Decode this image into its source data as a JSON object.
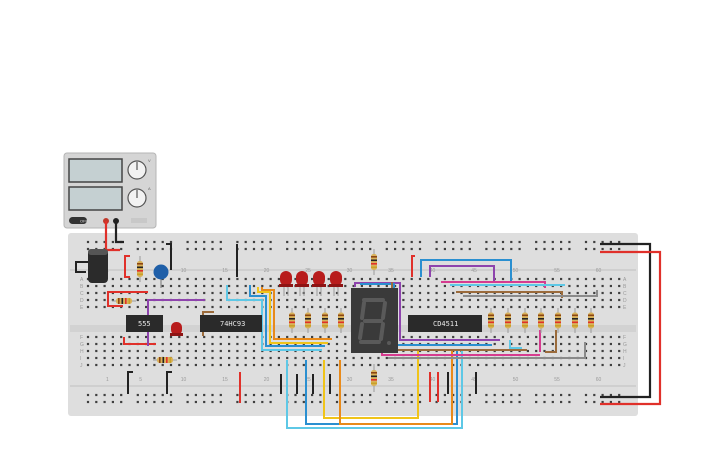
{
  "power_supply": {
    "knob_1_label": "V",
    "knob_2_label": "A",
    "button_label": "OFF"
  },
  "breadboard": {
    "top_numbers": [
      "1",
      "5",
      "10",
      "15",
      "20",
      "25",
      "30",
      "35",
      "40",
      "45",
      "50",
      "55",
      "60"
    ],
    "bottom_numbers": [
      "1",
      "5",
      "10",
      "15",
      "20",
      "25",
      "30",
      "35",
      "40",
      "45",
      "50",
      "55",
      "60"
    ],
    "left_rows_top": [
      "A",
      "B",
      "C",
      "D",
      "E"
    ],
    "left_rows_bottom": [
      "F",
      "G",
      "H",
      "I",
      "J"
    ]
  },
  "chips": {
    "timer": "555",
    "counter": "74HC93",
    "decoder": "CD4511"
  },
  "colors": {
    "board": "#dedede",
    "wire_red": "#e0302a",
    "wire_black": "#222222",
    "wire_yellow": "#f0c419",
    "wire_orange": "#e88a1a",
    "wire_blue": "#2a8fd0",
    "wire_cyan": "#5ec8e6",
    "wire_purple": "#8e44ad",
    "wire_magenta": "#d63b8f",
    "wire_brown": "#9b6b3b",
    "wire_gray": "#8a8a8a",
    "led_red": "#b81c1c",
    "display": "#3a3a3a"
  }
}
